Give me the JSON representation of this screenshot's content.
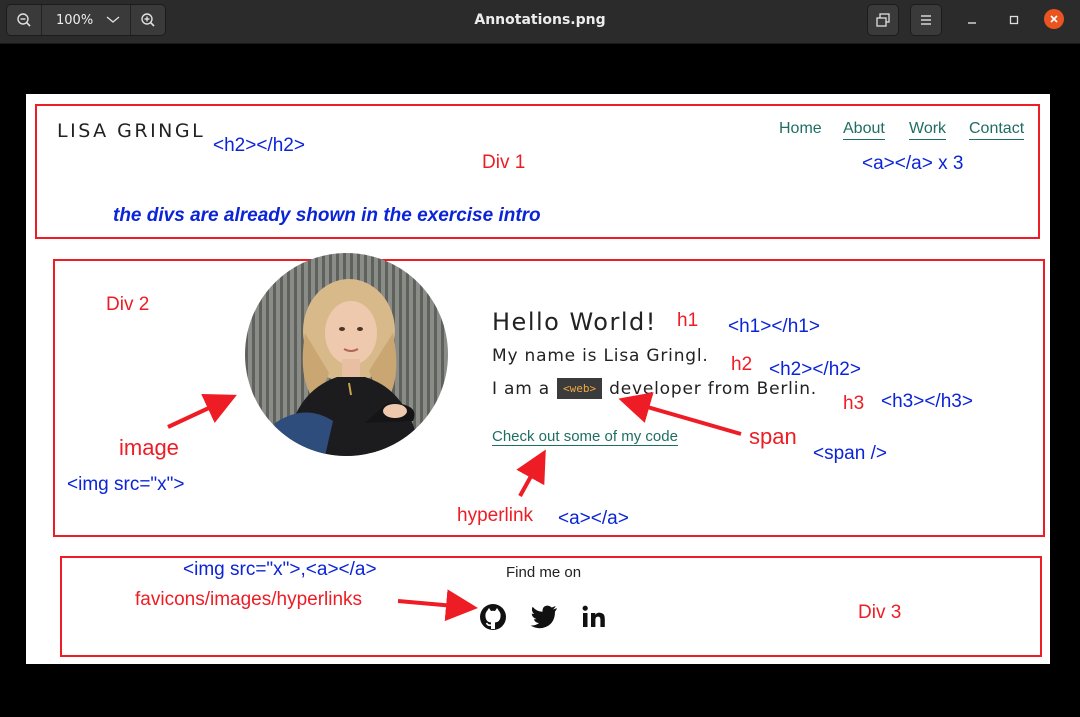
{
  "window": {
    "title": "Annotations.png",
    "zoom": "100%"
  },
  "site": {
    "logo": "LISA GRINGL",
    "nav": [
      "Home",
      "About",
      "Work",
      "Contact"
    ],
    "hero": {
      "h1": "Hello World!",
      "h2": "My name is Lisa Gringl.",
      "h3_before": "I am a",
      "h3_span": "<web>",
      "h3_after": "developer from Berlin.",
      "link": "Check out some of my code"
    },
    "footer": {
      "find_me": "Find me on",
      "icons": [
        "github-icon",
        "twitter-icon",
        "linkedin-icon"
      ]
    }
  },
  "annotations": {
    "div1": "Div 1",
    "div2": "Div 2",
    "div3": "Div 3",
    "h2_tag": "<h2></h2>",
    "a_x3": "<a></a> x 3",
    "intro_note": "the divs are already shown in the exercise intro",
    "h1_label": "h1",
    "h1_tag": "<h1></h1>",
    "h2_label": "h2",
    "h2_tag2": "<h2></h2>",
    "h3_label": "h3",
    "h3_tag": "<h3></h3>",
    "image_label": "image",
    "img_tag": "<img src=\"x\">",
    "span_label": "span",
    "span_tag": "<span />",
    "hyperlink_label": "hyperlink",
    "a_tag": "<a></a>",
    "img_a_tag": "<img src=\"x\">,<a></a>",
    "favicons_label": "favicons/images/hyperlinks"
  },
  "colors": {
    "annotation_red": "#ee1c24",
    "annotation_blue": "#0b24d8",
    "link_teal": "#1f6e63",
    "close_orange": "#e95420"
  }
}
